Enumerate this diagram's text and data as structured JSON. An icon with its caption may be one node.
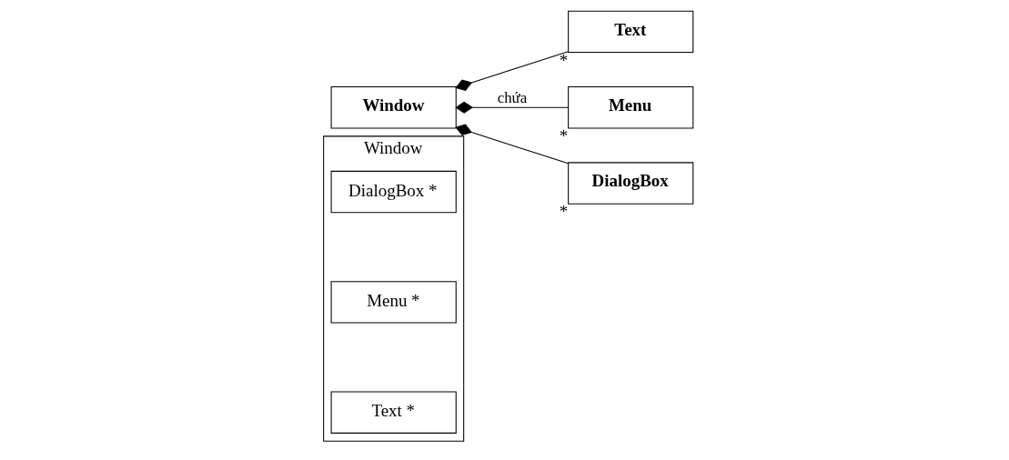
{
  "diagram": {
    "nodes": [
      {
        "text": [
          "Window"
        ]
      },
      {
        "text": [
          "Text *"
        ],
        "in": 0
      },
      {
        "text": [
          "Menu *"
        ],
        "in": 0
      },
      {
        "text": [
          "DialogBox *"
        ],
        "in": 0
      },
      {
        "text": [
          "Window"
        ]
      },
      {
        "text": [
          "Text"
        ],
        "beside": [
          "*"
        ]
      },
      {
        "text": [
          "Menu"
        ],
        "beside": [
          "*"
        ]
      },
      {
        "text": [
          "DialogBox"
        ],
        "beside": [
          "*"
        ]
      }
    ],
    "edges": [
      {
        "from": 4,
        "to": 5,
        "arrow": "other"
      },
      {
        "from": 4,
        "to": 6,
        "arrow": "other",
        "label": "chứa"
      },
      {
        "from": 4,
        "to": 7,
        "arrow": "other"
      }
    ]
  }
}
